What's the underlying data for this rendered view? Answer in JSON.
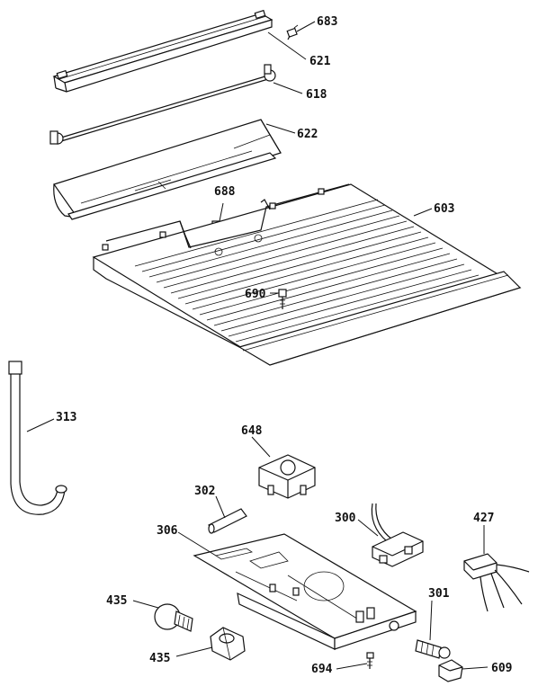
{
  "parts": [
    {
      "id": "683",
      "label": "683"
    },
    {
      "id": "621",
      "label": "621"
    },
    {
      "id": "618",
      "label": "618"
    },
    {
      "id": "622",
      "label": "622"
    },
    {
      "id": "688",
      "label": "688"
    },
    {
      "id": "603",
      "label": "603"
    },
    {
      "id": "690",
      "label": "690"
    },
    {
      "id": "313",
      "label": "313"
    },
    {
      "id": "648",
      "label": "648"
    },
    {
      "id": "302",
      "label": "302"
    },
    {
      "id": "300",
      "label": "300"
    },
    {
      "id": "427",
      "label": "427"
    },
    {
      "id": "306",
      "label": "306"
    },
    {
      "id": "435a",
      "label": "435"
    },
    {
      "id": "301",
      "label": "301"
    },
    {
      "id": "435b",
      "label": "435"
    },
    {
      "id": "694",
      "label": "694"
    },
    {
      "id": "609",
      "label": "609"
    }
  ]
}
